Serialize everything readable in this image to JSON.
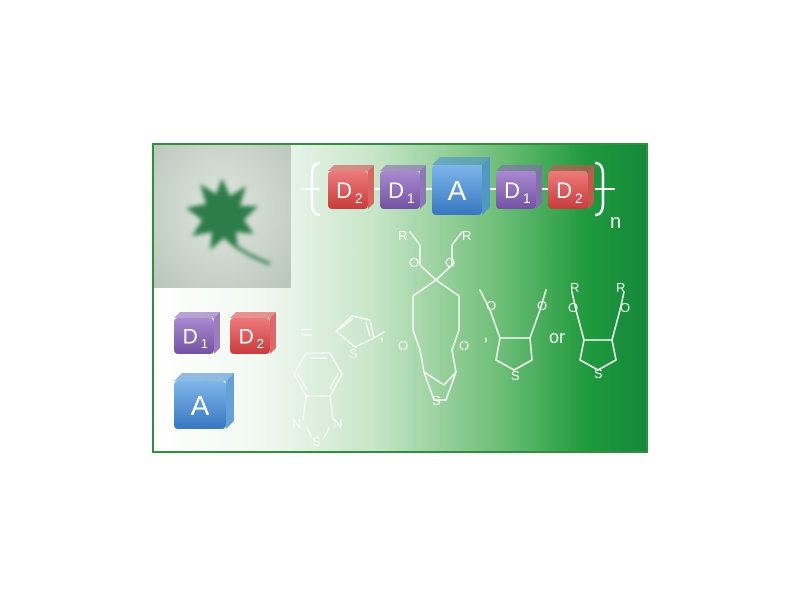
{
  "polymer": {
    "blocks": [
      {
        "letter": "D",
        "sub": "2",
        "color": "#d94f4f"
      },
      {
        "letter": "D",
        "sub": "1",
        "color": "#8a67b5"
      },
      {
        "letter": "A",
        "sub": "",
        "color": "#4b8fd1"
      },
      {
        "letter": "D",
        "sub": "1",
        "color": "#8a67b5"
      },
      {
        "letter": "D",
        "sub": "2",
        "color": "#d94f4f"
      }
    ],
    "repeat_index": "n"
  },
  "donor_legend": {
    "d1": {
      "letter": "D",
      "sub": "1"
    },
    "d2": {
      "letter": "D",
      "sub": "2"
    },
    "equals": "=",
    "comma1": ",",
    "comma2": ",",
    "or": "or"
  },
  "acceptor_legend": {
    "letter": "A",
    "equals": "="
  },
  "atoms": {
    "S": "S",
    "O": "O",
    "R": "R",
    "N": "N"
  },
  "colors": {
    "red": "#d94f4f",
    "purple": "#8a67b5",
    "blue": "#4b8fd1",
    "green": "#1f9a3c",
    "leaf": "#2e7d4a"
  }
}
